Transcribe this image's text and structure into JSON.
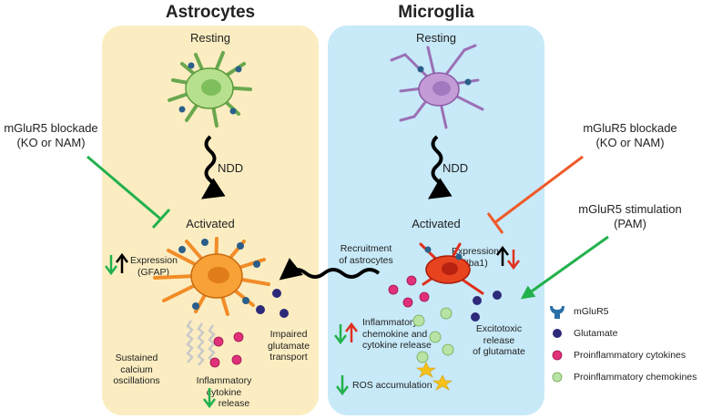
{
  "astrocytes": {
    "title": "Astrocytes",
    "resting": "Resting",
    "ndd": "NDD",
    "activated": "Activated",
    "expression": "Expression",
    "expression_marker": "(GFAP)",
    "calcium": [
      "Sustained",
      "calcium",
      "oscillations"
    ],
    "cytokine_release": [
      "Inflammatory",
      "cytokine",
      "release"
    ],
    "impaired": [
      "Impaired",
      "glutamate",
      "transport"
    ]
  },
  "microglia": {
    "title": "Microglia",
    "resting": "Resting",
    "ndd": "NDD",
    "activated": "Activated",
    "recruitment": [
      "Recruitment",
      "of astrocytes"
    ],
    "expression": "Expression",
    "expression_marker": "(Iba1)",
    "chemokine_release": [
      "Inflammatory",
      "chemokine and",
      "cytokine release"
    ],
    "excitotoxic": [
      "Excitotoxic",
      "release",
      "of glutamate"
    ],
    "ros": "ROS accumulation"
  },
  "left_blockade": [
    "mGluR5 blockade",
    "(KO or NAM)"
  ],
  "right_blockade": [
    "mGluR5 blockade",
    "(KO or NAM)"
  ],
  "stimulation": [
    "mGluR5 stimulation",
    "(PAM)"
  ],
  "legend": {
    "receptor": "mGluR5",
    "glutamate": "Glutamate",
    "cytokines": "Proinflammatory cytokines",
    "chemokines": "Proinflammatory chemokines"
  },
  "colors": {
    "astro_panel": "#fbedc1",
    "micro_panel": "#c7e9f8",
    "inhibit_green": "#22b14c",
    "inhibit_red": "#f05a28",
    "glutamate": "#2e2a7a",
    "cytokine": "#e0307a",
    "chemokine": "#b9e3a4"
  }
}
